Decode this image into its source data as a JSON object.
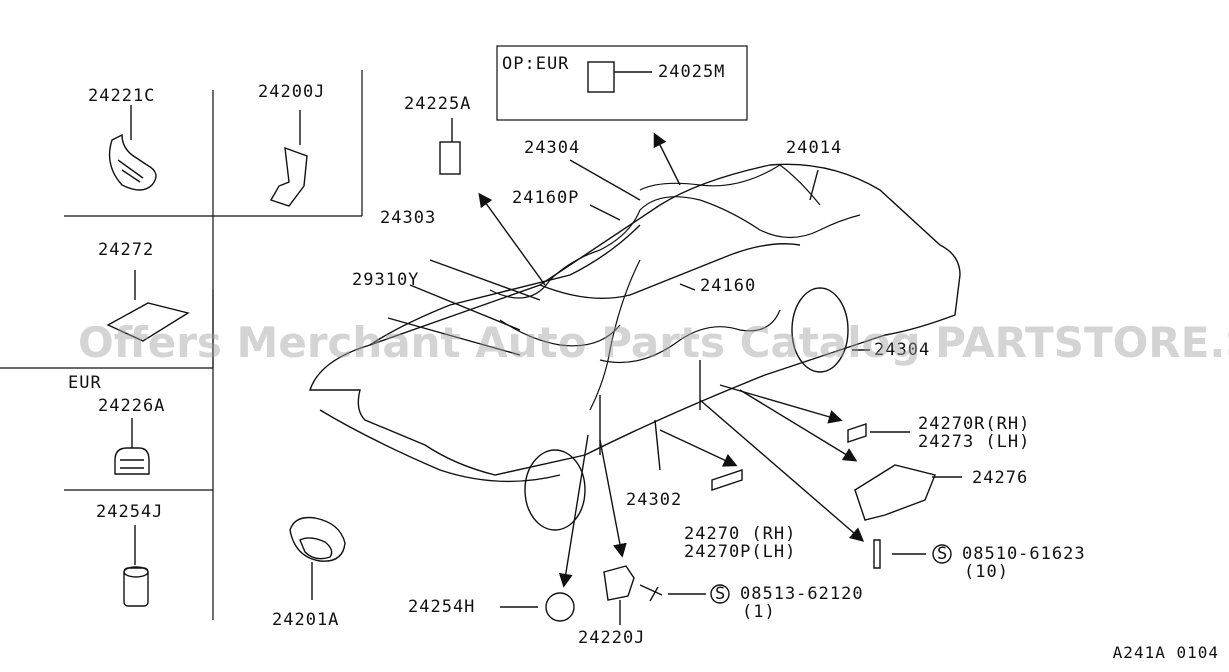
{
  "labels": {
    "p24221c": "24221C",
    "p24200j": "24200J",
    "p24272": "24272",
    "eur": "EUR",
    "p24226a": "24226A",
    "p24254j": "24254J",
    "p24201a": "24201A",
    "p24254h": "24254H",
    "p24220j": "24220J",
    "s08513": "08513-62120",
    "s08513qty": "(1)",
    "p24225a": "24225A",
    "p24304a": "24304",
    "p24160p": "24160P",
    "p24303": "24303",
    "p29310y": "29310Y",
    "p24160": "24160",
    "p24014": "24014",
    "p24304b": "24304",
    "p24302": "24302",
    "p24270": "24270 (RH)",
    "p24270p": "24270P(LH)",
    "p24270r": "24270R(RH)",
    "p24273": "24273 (LH)",
    "p24276": "24276",
    "s08510": "08510-61623",
    "s08510qty": "(10)",
    "opeur": "OP:EUR",
    "p24025m": "24025M",
    "s_symbol": "S"
  },
  "watermark": "Offers Merchant Auto Parts Catalog PARTSTORE.SA",
  "diagram_code": "A241A 0104"
}
